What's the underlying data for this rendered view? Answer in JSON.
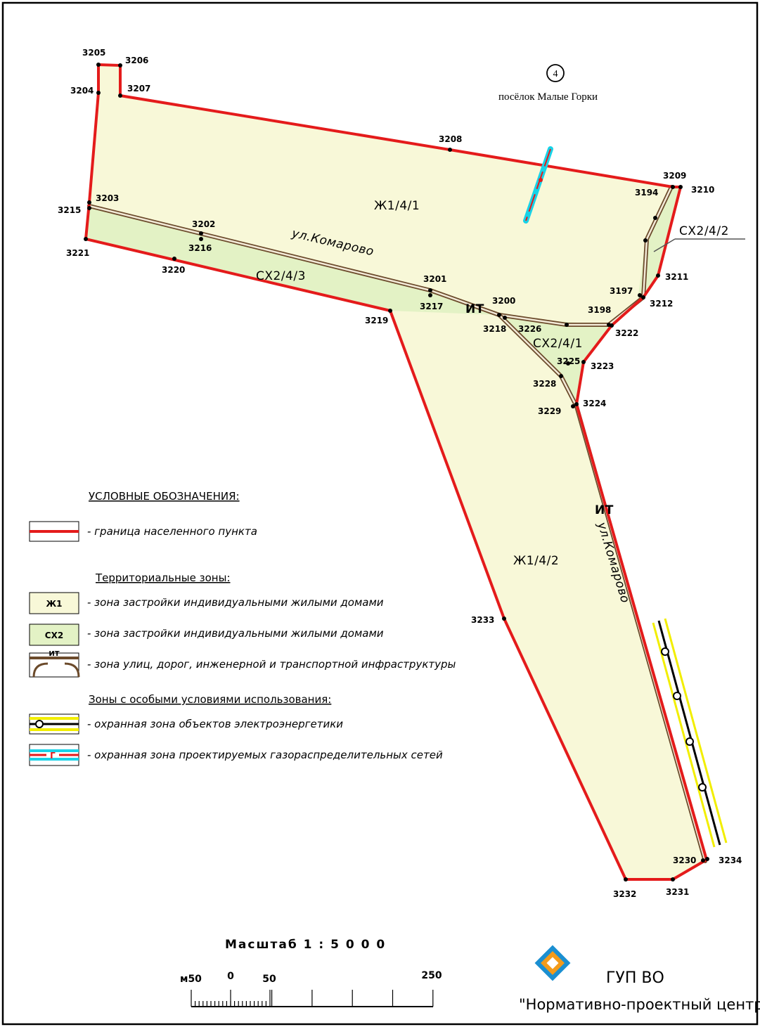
{
  "settlement": {
    "number": "4",
    "name": "посёлок Малые Горки"
  },
  "zones": {
    "zh1_4_1": "Ж1/4/1",
    "zh1_4_2": "Ж1/4/2",
    "sh2_4_1": "СХ2/4/1",
    "sh2_4_2": "СХ2/4/2",
    "sh2_4_3": "СХ2/4/3",
    "it_1": "ИТ",
    "it_2": "ИТ"
  },
  "streets": {
    "street_1": "ул.Комарово",
    "street_2": "ул.Комарово"
  },
  "points": {
    "p3194": "3194",
    "p3197": "3197",
    "p3198": "3198",
    "p3200": "3200",
    "p3201": "3201",
    "p3202": "3202",
    "p3203": "3203",
    "p3204": "3204",
    "p3205": "3205",
    "p3206": "3206",
    "p3207": "3207",
    "p3208": "3208",
    "p3209": "3209",
    "p3210": "3210",
    "p3211": "3211",
    "p3212": "3212",
    "p3215": "3215",
    "p3216": "3216",
    "p3217": "3217",
    "p3218": "3218",
    "p3219": "3219",
    "p3220": "3220",
    "p3221": "3221",
    "p3222": "3222",
    "p3223": "3223",
    "p3224": "3224",
    "p3225": "3225",
    "p3226": "3226",
    "p3228": "3228",
    "p3229": "3229",
    "p3230": "3230",
    "p3231": "3231",
    "p3232": "3232",
    "p3233": "3233",
    "p3234": "3234"
  },
  "legend": {
    "title": "УСЛОВНЫЕ ОБОЗНАЧЕНИЯ:",
    "boundary": "- граница населенного пункта",
    "zones_title": "Территориальные зоны:",
    "zh1_swatch": "Ж1",
    "zh1_text": "- зона застройки индивидуальными жилыми домами",
    "sh2_swatch": "СХ2",
    "sh2_text": "- зона застройки индивидуальными жилыми домами",
    "it_swatch": "ИТ",
    "it_text": "- зона улиц, дорог, инженерной  и транспортной инфраструктуры",
    "special_title": "Зоны с особыми условиями использования:",
    "power_text": "- охранная зона объектов электроэнергетики",
    "gas_swatch": "Г",
    "gas_text": "- охранная зона проектируемых газораспределительных сетей"
  },
  "scale": {
    "title": "Масштаб  1 : 5 0 0 0",
    "unit": "м50",
    "tick_0": "0",
    "tick_50": "50",
    "tick_250": "250"
  },
  "org": {
    "line1": "ГУП ВО",
    "line2": "\"Нормативно-проектный центр\""
  },
  "colors": {
    "boundary": "#e41b1b",
    "zone_zh1": "#f8f8d8",
    "zone_sh2": "#e3f2c5",
    "road": "#6b4a2b",
    "power_zone": "#f2ee00",
    "gas_zone": "#18d3e8"
  }
}
